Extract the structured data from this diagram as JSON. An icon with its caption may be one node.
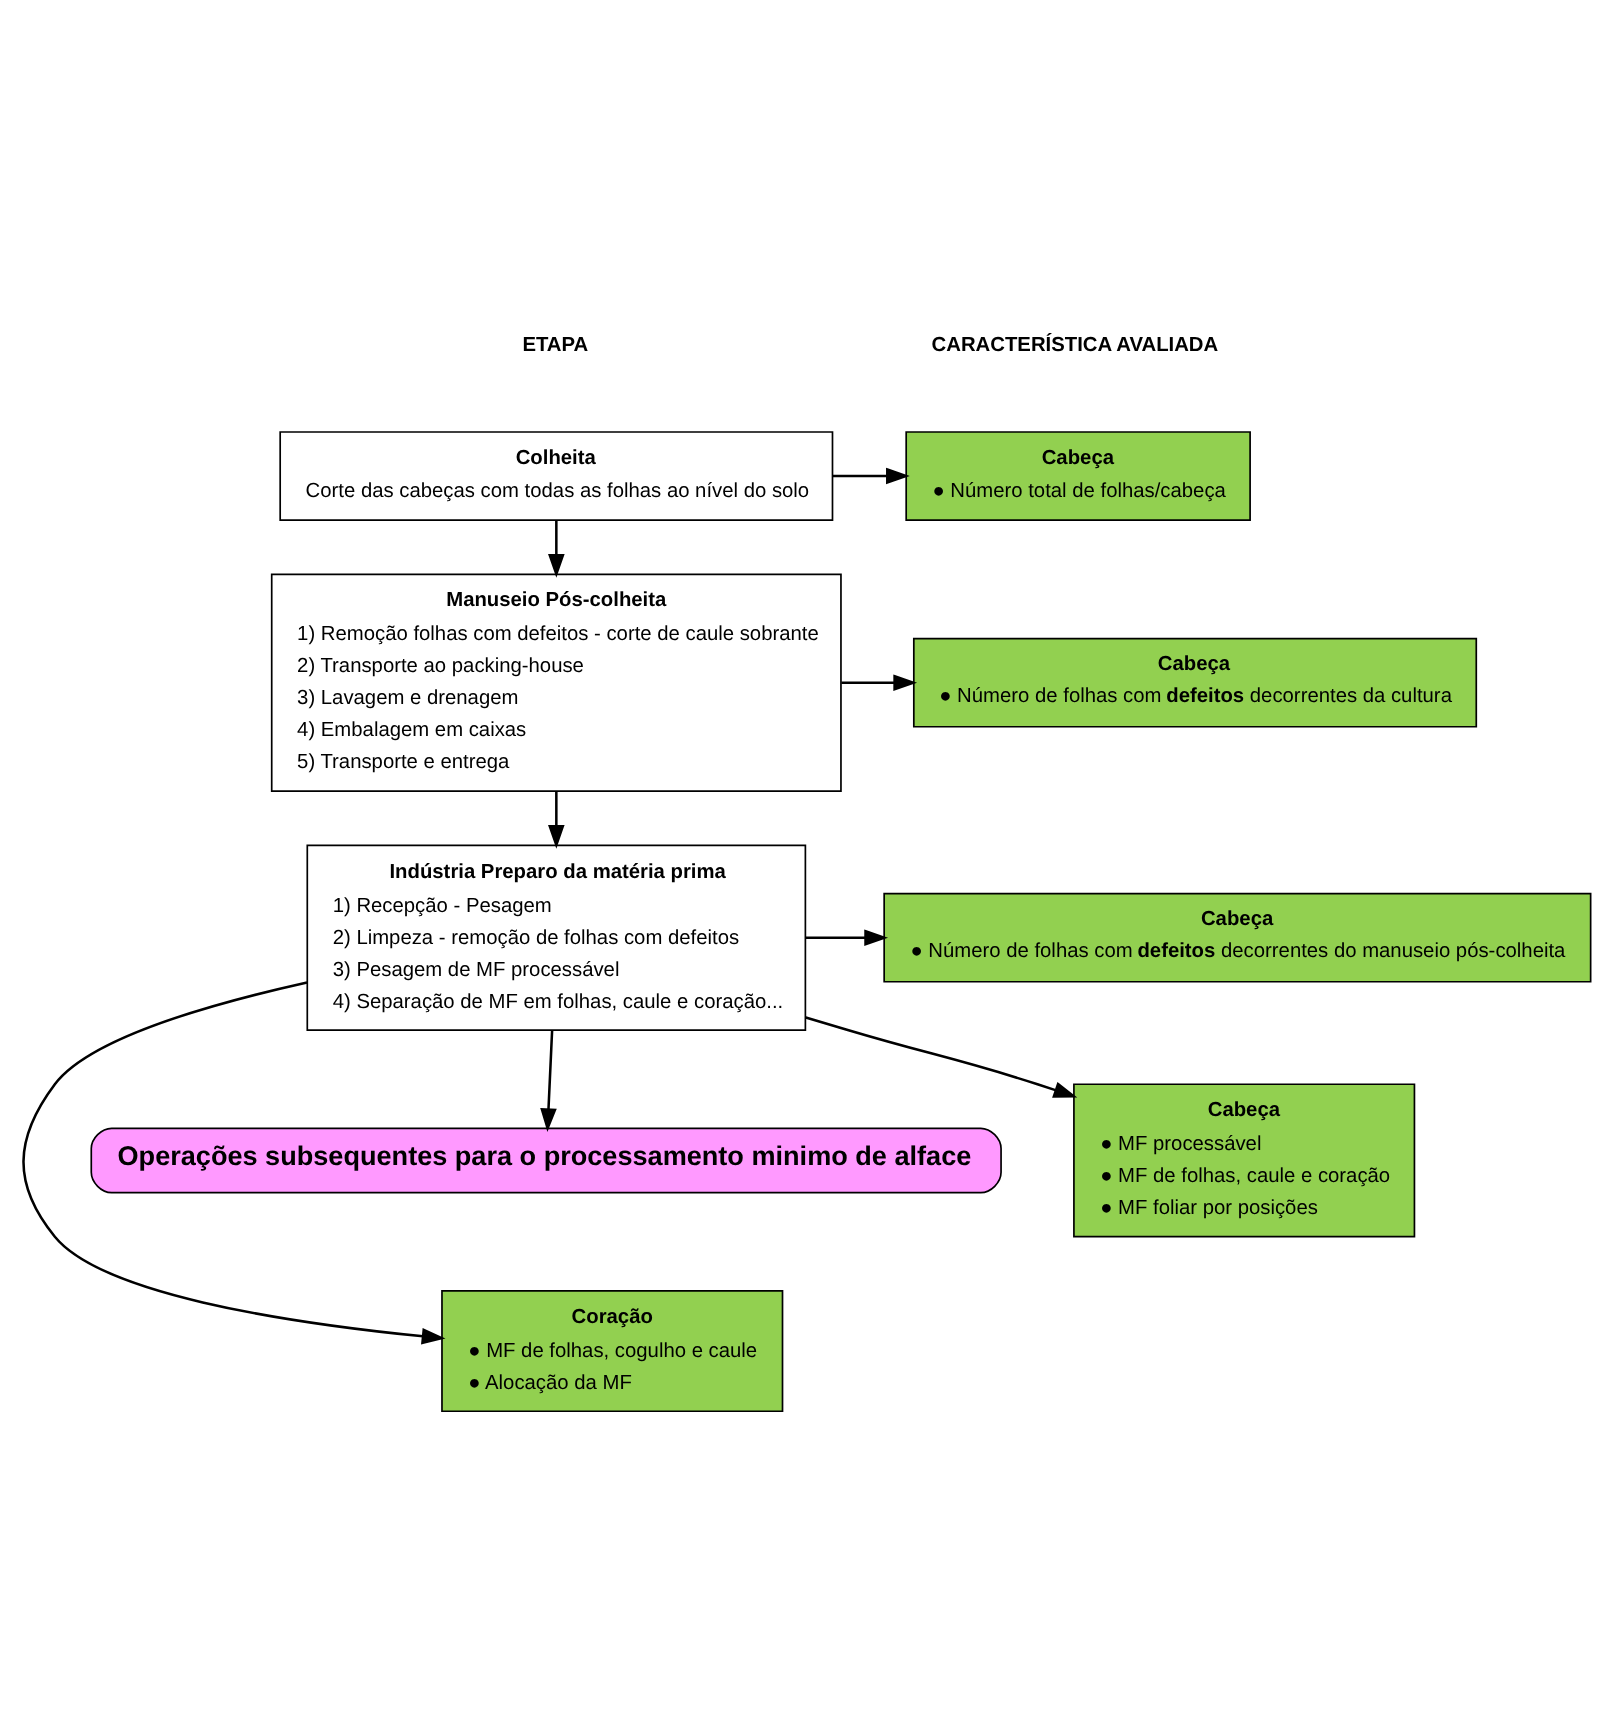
{
  "diagram": {
    "nodes": [
      {
        "text": [
          "Colheita",
          "Corte das cabeças com todas as folhas ao nível do solo"
        ]
      },
      {
        "text": [
          "Cabeça",
          "● Número total de folhas/cabeça"
        ]
      },
      {
        "text": [
          "Manuseio Pós-colheita",
          "1) Remoção folhas com defeitos - corte de caule sobrante",
          "2) Transporte ao packing-house",
          "3) Lavagem e drenagem",
          "4) Embalagem em caixas",
          "5) Transporte e entrega"
        ]
      },
      {
        "text": [
          "Cabeça",
          "● Número de folhas com **defeitos** decorrentes da cultura"
        ]
      },
      {
        "text": [
          "Indústria Preparo da matéria prima",
          "1) Recepção - Pesagem",
          "2) Limpeza - remoção de folhas com defeitos",
          "3) Pesagem de MF processável",
          "4) Separação de MF em folhas, caule e coração..."
        ]
      },
      {
        "text": [
          "Cabeça",
          "● Número de folhas com **defeitos** decorrentes do manuseio pós-colheita"
        ]
      },
      {
        "text": [
          "Cabeça",
          "● MF processável",
          "● MF de folhas, caule e coração",
          "● MF foliar por posições"
        ]
      },
      {
        "text": [
          "Coração",
          "● MF de folhas, cogulho e caule",
          "● Alocação da MF"
        ]
      },
      {
        "text": [
          "Operações subsequentes para o processamento minimo de alface"
        ]
      }
    ],
    "edges": [
      {
        "from": 0,
        "to": 1,
        "arrow": "to"
      },
      {
        "from": 0,
        "to": 2,
        "arrow": "to"
      },
      {
        "from": 2,
        "to": 3,
        "arrow": "to"
      },
      {
        "from": 2,
        "to": 4,
        "arrow": "to"
      },
      {
        "from": 4,
        "to": 5,
        "arrow": "to"
      },
      {
        "from": 4,
        "to": 6,
        "arrow": "to"
      },
      {
        "from": 4,
        "to": 7,
        "arrow": "to"
      },
      {
        "from": 4,
        "to": 8,
        "arrow": "to"
      }
    ],
    "labels": [
      "ETAPA",
      "CARACTERÍSTICA AVALIADA"
    ]
  }
}
